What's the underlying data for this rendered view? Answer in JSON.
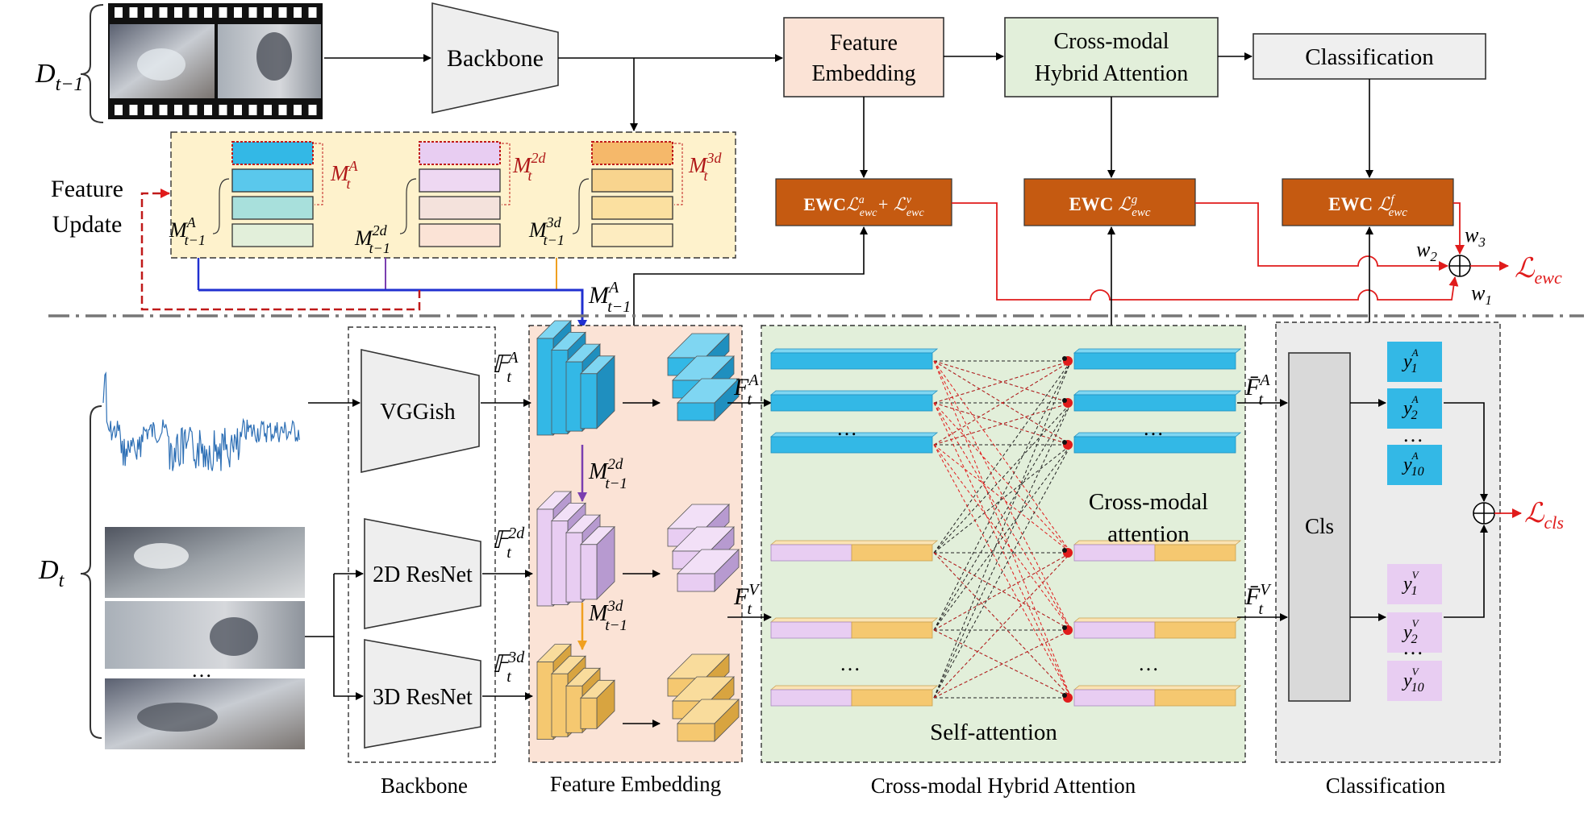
{
  "top": {
    "d_prev": {
      "main": "D",
      "sub": "t−1"
    },
    "backbone": "Backbone",
    "feature_embedding": [
      "Feature",
      "Embedding"
    ],
    "cross_modal": [
      "Cross-modal",
      "Hybrid Attention"
    ],
    "classification": "Classification",
    "feature_update": [
      "Feature",
      "Update"
    ],
    "ewc_a": {
      "prefix": "EWC",
      "body": "ℒ",
      "sup1": "a",
      "sub1": "ewc",
      "plus": "+ ℒ",
      "sup2": "v",
      "sub2": "ewc"
    },
    "ewc_g": {
      "prefix": "EWC ",
      "body": "ℒ",
      "sup": "g",
      "sub": "ewc"
    },
    "ewc_f": {
      "prefix": "EWC ",
      "body": "ℒ",
      "sup": "f",
      "sub": "ewc"
    },
    "w1": "w",
    "w1_sub": "1",
    "w2": "w",
    "w2_sub": "2",
    "w3": "w",
    "w3_sub": "3",
    "l_ewc": "ℒ",
    "l_ewc_sub": "ewc"
  },
  "memory": {
    "m_a": {
      "main": "M",
      "sup": "A",
      "sub": "t"
    },
    "m_2d": {
      "main": "M",
      "sup": "2d",
      "sub": "t"
    },
    "m_3d": {
      "main": "M",
      "sup": "3d",
      "sub": "t"
    },
    "m_a_prev": {
      "main": "M",
      "sup": "A",
      "sub": "t−1"
    },
    "m_2d_prev": {
      "main": "M",
      "sup": "2d",
      "sub": "t−1"
    },
    "m_3d_prev": {
      "main": "M",
      "sup": "3d",
      "sub": "t−1"
    }
  },
  "bottom": {
    "d_t": {
      "main": "D",
      "sub": "t"
    },
    "vggish": "VGGish",
    "resnet2d": "2D ResNet",
    "resnet3d": "3D ResNet",
    "dots": "…",
    "f_a": {
      "main": "𝔽",
      "sup": "A",
      "sub": "t"
    },
    "f_2d": {
      "main": "𝔽",
      "sup": "2d",
      "sub": "t"
    },
    "f_3d": {
      "main": "𝔽",
      "sup": "3d",
      "sub": "t"
    },
    "m_2d_prev": {
      "main": "M",
      "sup": "2d",
      "sub": "t−1"
    },
    "m_3d_prev": {
      "main": "M",
      "sup": "3d",
      "sub": "t−1"
    },
    "m_a_prev": {
      "main": "M",
      "sup": "A",
      "sub": "t−1"
    },
    "ft_a": {
      "main": "F",
      "sup": "A",
      "sub": "t"
    },
    "ft_v": {
      "main": "F",
      "sup": "V",
      "sub": "t"
    },
    "fbar_a": {
      "main": "F̄",
      "sup": "A",
      "sub": "t"
    },
    "fbar_v": {
      "main": "F̄",
      "sup": "V",
      "sub": "t"
    },
    "cross_attention": [
      "Cross-modal",
      "attention"
    ],
    "self_attention": "Self-attention",
    "cls": "Cls",
    "y_a": [
      {
        "main": "y",
        "sup": "A",
        "sub": "1"
      },
      {
        "main": "y",
        "sup": "A",
        "sub": "2"
      },
      {
        "main": "y",
        "sup": "A",
        "sub": "10"
      }
    ],
    "y_v": [
      {
        "main": "y",
        "sup": "V",
        "sub": "1"
      },
      {
        "main": "y",
        "sup": "V",
        "sub": "2"
      },
      {
        "main": "y",
        "sup": "V",
        "sub": "10"
      }
    ],
    "l_cls": "ℒ",
    "l_cls_sub": "cls"
  },
  "sections": {
    "backbone": "Backbone",
    "feature_embedding": "Feature Embedding",
    "cross_modal": "Cross-modal Hybrid Attention",
    "classification": "Classification"
  },
  "colors": {
    "audio": "#33b8e6",
    "audio_dark": "#1f8fbf",
    "visual2d": "#e8cdf2",
    "visual2d_dark": "#b79ad0",
    "visual3d": "#f5c870",
    "visual3d_dark": "#d8a440",
    "ewc": "#c55a11",
    "red": "#e01b1b",
    "fe_bg": "#fbe3d6",
    "cm_bg": "#e2efda",
    "cls_bg": "#ececec",
    "mem_bg": "#fef2cc"
  }
}
